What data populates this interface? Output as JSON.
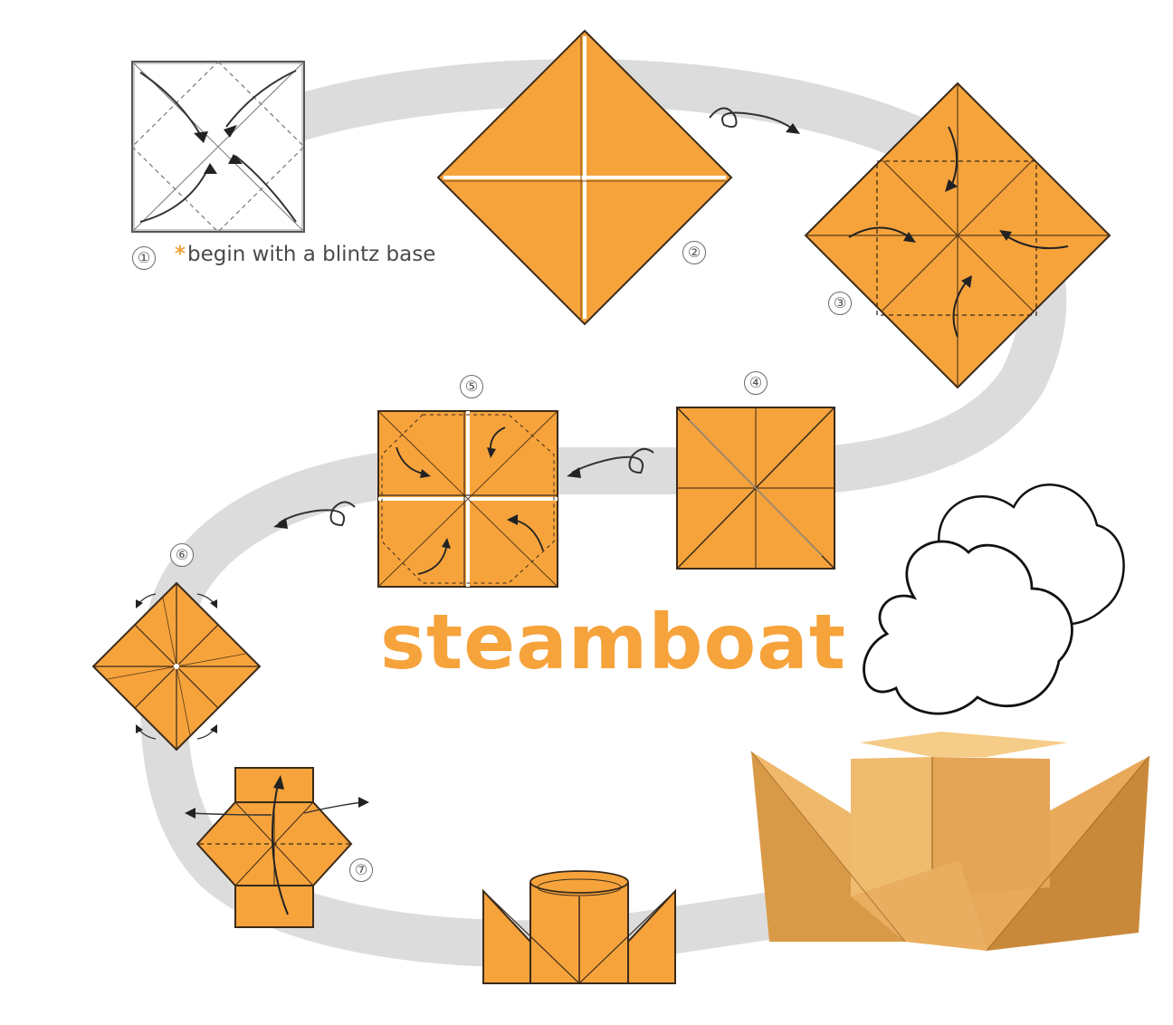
{
  "caption": {
    "asterisk": "*",
    "text": "begin with a blintz base"
  },
  "title": "steamboat",
  "steps": [
    "①",
    "②",
    "③",
    "④",
    "⑤",
    "⑥",
    "⑦"
  ],
  "colors": {
    "paper": "#f6a33c",
    "paper_dark": "#e8922c",
    "path": "#d9d9d9",
    "line": "#3a2a1a",
    "model": "#e6a95a",
    "model_dark": "#c98a3a"
  }
}
